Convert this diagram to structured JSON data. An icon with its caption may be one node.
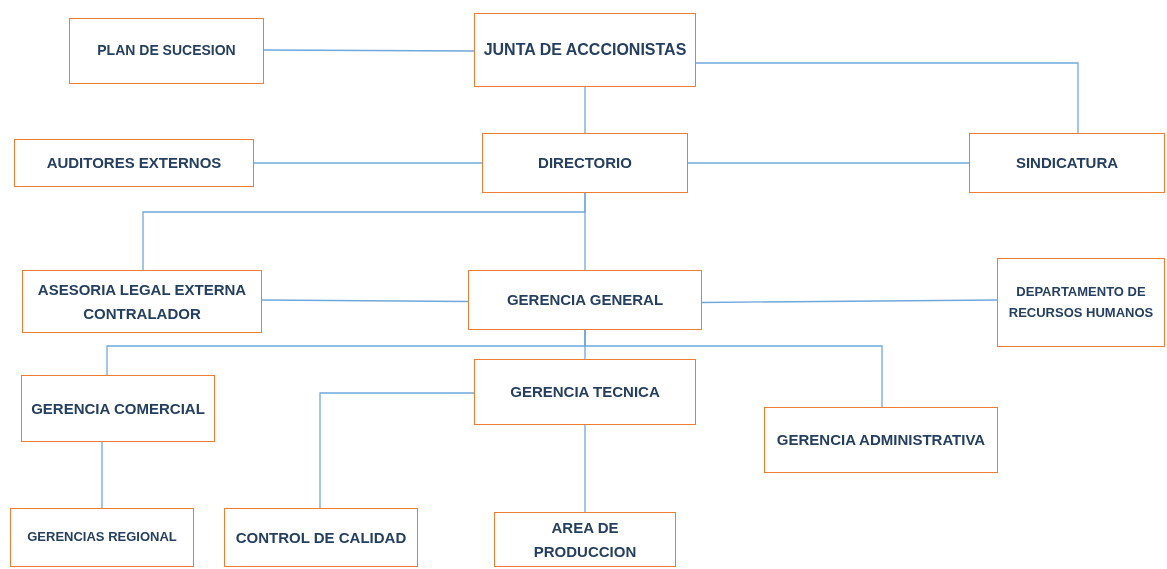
{
  "diagram": {
    "nodes": [
      {
        "text": [
          "JUNTA DE ACCCIONISTAS"
        ]
      },
      {
        "text": [
          "PLAN DE SUCESION"
        ]
      },
      {
        "text": [
          "DIRECTORIO"
        ]
      },
      {
        "text": [
          "AUDITORES EXTERNOS"
        ]
      },
      {
        "text": [
          "SINDICATURA"
        ]
      },
      {
        "text": [
          "ASESORIA LEGAL EXTERNA CONTRALADOR"
        ]
      },
      {
        "text": [
          "GERENCIA GENERAL"
        ]
      },
      {
        "text": [
          "DEPARTAMENTO DE RECURSOS HUMANOS"
        ]
      },
      {
        "text": [
          "GERENCIA COMERCIAL"
        ]
      },
      {
        "text": [
          "GERENCIA TECNICA"
        ]
      },
      {
        "text": [
          "GERENCIA ADMINISTRATIVA"
        ]
      },
      {
        "text": [
          "GERENCIAS REGIONAL"
        ]
      },
      {
        "text": [
          "CONTROL DE CALIDAD"
        ]
      },
      {
        "text": [
          "AREA DE PRODUCCION"
        ]
      }
    ],
    "edges": [
      {
        "from": 0,
        "to": 1,
        "arrow": "none"
      },
      {
        "from": 0,
        "to": 2,
        "arrow": "none"
      },
      {
        "from": 0,
        "to": 4,
        "arrow": "none"
      },
      {
        "from": 2,
        "to": 3,
        "arrow": "none"
      },
      {
        "from": 2,
        "to": 4,
        "arrow": "none"
      },
      {
        "from": 2,
        "to": 5,
        "arrow": "none"
      },
      {
        "from": 2,
        "to": 6,
        "arrow": "none"
      },
      {
        "from": 6,
        "to": 5,
        "arrow": "none"
      },
      {
        "from": 6,
        "to": 7,
        "arrow": "none"
      },
      {
        "from": 6,
        "to": 8,
        "arrow": "none"
      },
      {
        "from": 6,
        "to": 9,
        "arrow": "none"
      },
      {
        "from": 6,
        "to": 10,
        "arrow": "none"
      },
      {
        "from": 8,
        "to": 11,
        "arrow": "none"
      },
      {
        "from": 9,
        "to": 12,
        "arrow": "none"
      },
      {
        "from": 9,
        "to": 13,
        "arrow": "none"
      }
    ]
  }
}
